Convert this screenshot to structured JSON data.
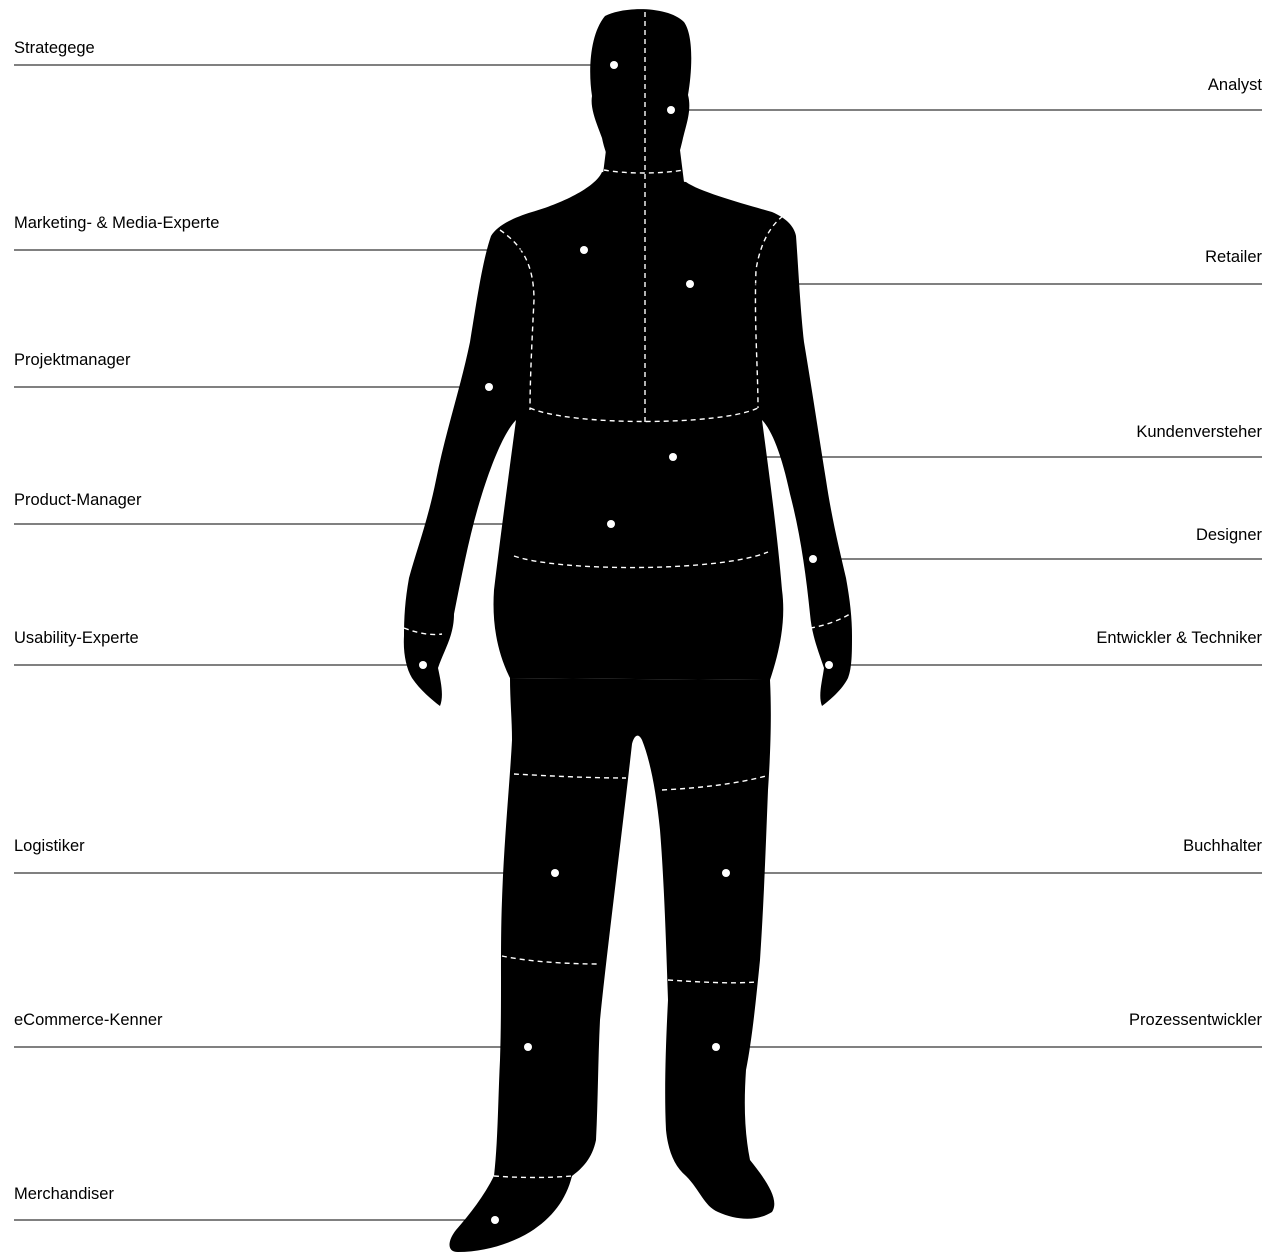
{
  "colors": {
    "silhouette": "#000000",
    "seam": "#ffffff",
    "leader_line": "#000000",
    "marker": "#ffffff",
    "background": "#ffffff"
  },
  "roles": {
    "left": [
      {
        "id": "strategist",
        "label": "Strategege",
        "part": "head"
      },
      {
        "id": "marketing",
        "label": "Marketing- & Media-Experte",
        "part": "right-chest"
      },
      {
        "id": "pm",
        "label": "Projektmanager",
        "part": "right-arm"
      },
      {
        "id": "product",
        "label": "Product-Manager",
        "part": "belly"
      },
      {
        "id": "usability",
        "label": "Usability-Experte",
        "part": "right-hand"
      },
      {
        "id": "logistics",
        "label": "Logistiker",
        "part": "right-thigh"
      },
      {
        "id": "ecommerce",
        "label": "eCommerce-Kenner",
        "part": "right-shin"
      },
      {
        "id": "merch",
        "label": "Merchandiser",
        "part": "right-foot"
      }
    ],
    "right": [
      {
        "id": "analyst",
        "label": "Analyst",
        "part": "face"
      },
      {
        "id": "retailer",
        "label": "Retailer",
        "part": "left-chest"
      },
      {
        "id": "customer",
        "label": "Kundenversteher",
        "part": "waist"
      },
      {
        "id": "designer",
        "label": "Designer",
        "part": "left-arm"
      },
      {
        "id": "dev",
        "label": "Entwickler & Techniker",
        "part": "left-hand"
      },
      {
        "id": "accountant",
        "label": "Buchhalter",
        "part": "left-thigh"
      },
      {
        "id": "process",
        "label": "Prozessentwickler",
        "part": "left-shin"
      }
    ]
  }
}
